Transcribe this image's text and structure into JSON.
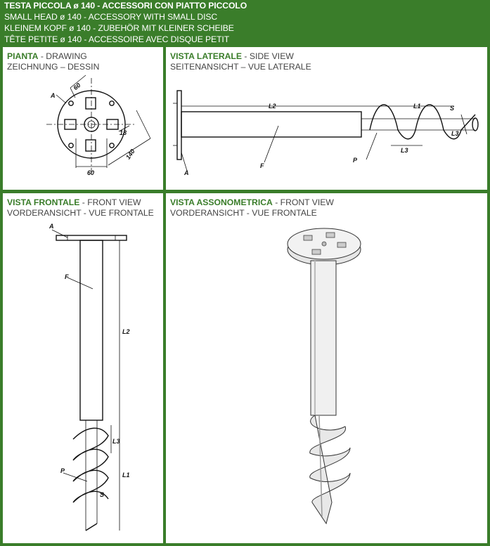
{
  "header": {
    "line1": "TESTA PICCOLA ø 140 - ACCESSORI CON PIATTO PICCOLO",
    "line2": "SMALL HEAD ø 140 - ACCESSORY WITH SMALL DISC",
    "line3": "KLEINEM KOPF ø 140 - ZUBEHÖR MIT KLEINER SCHEIBE",
    "line4": "TÊTE PETITE ø 140 - ACCESSOIRE AVEC DISQUE PETIT"
  },
  "panels": {
    "plan": {
      "title_bold": "PIANTA",
      "title_rest": " - DRAWING",
      "subtitle": "ZEICHNUNG – DESSIN"
    },
    "side": {
      "title_bold": "VISTA LATERALE",
      "title_rest": " - SIDE VIEW",
      "subtitle": "SEITENANSICHT – VUE LATERALE"
    },
    "front": {
      "title_bold": "VISTA FRONTALE",
      "title_rest": " - FRONT VIEW",
      "subtitle": "VORDERANSICHT - VUE FRONTALE"
    },
    "iso": {
      "title_bold": "VISTA ASSONOMETRICA",
      "title_rest": " - FRONT VIEW",
      "subtitle": "VORDERANSICHT - VUE FRONTALE"
    }
  },
  "drawing_labels": {
    "A": "A",
    "F": "F",
    "P": "P",
    "L1": "L1",
    "L2": "L2",
    "L3": "L3",
    "S": "S",
    "dim_60": "60",
    "dim_140": "140",
    "dim_18": "18"
  },
  "colors": {
    "brand_green": "#3a7d2a",
    "title_gray": "#444444"
  }
}
